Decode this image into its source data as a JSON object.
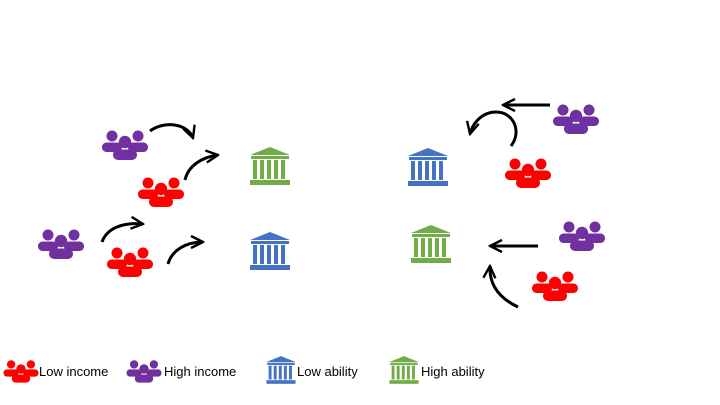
{
  "colors": {
    "low_income": "#ff0000",
    "high_income": "#7030a0",
    "low_ability": "#4472c4",
    "high_ability": "#70ad47",
    "arrow": "#000000"
  },
  "icons": {
    "people_group": "people-group-icon",
    "institution": "bank-building-icon"
  },
  "legend": {
    "low_income": "Low income",
    "high_income": "High income",
    "low_ability": "Low ability",
    "high_ability": "High ability"
  }
}
